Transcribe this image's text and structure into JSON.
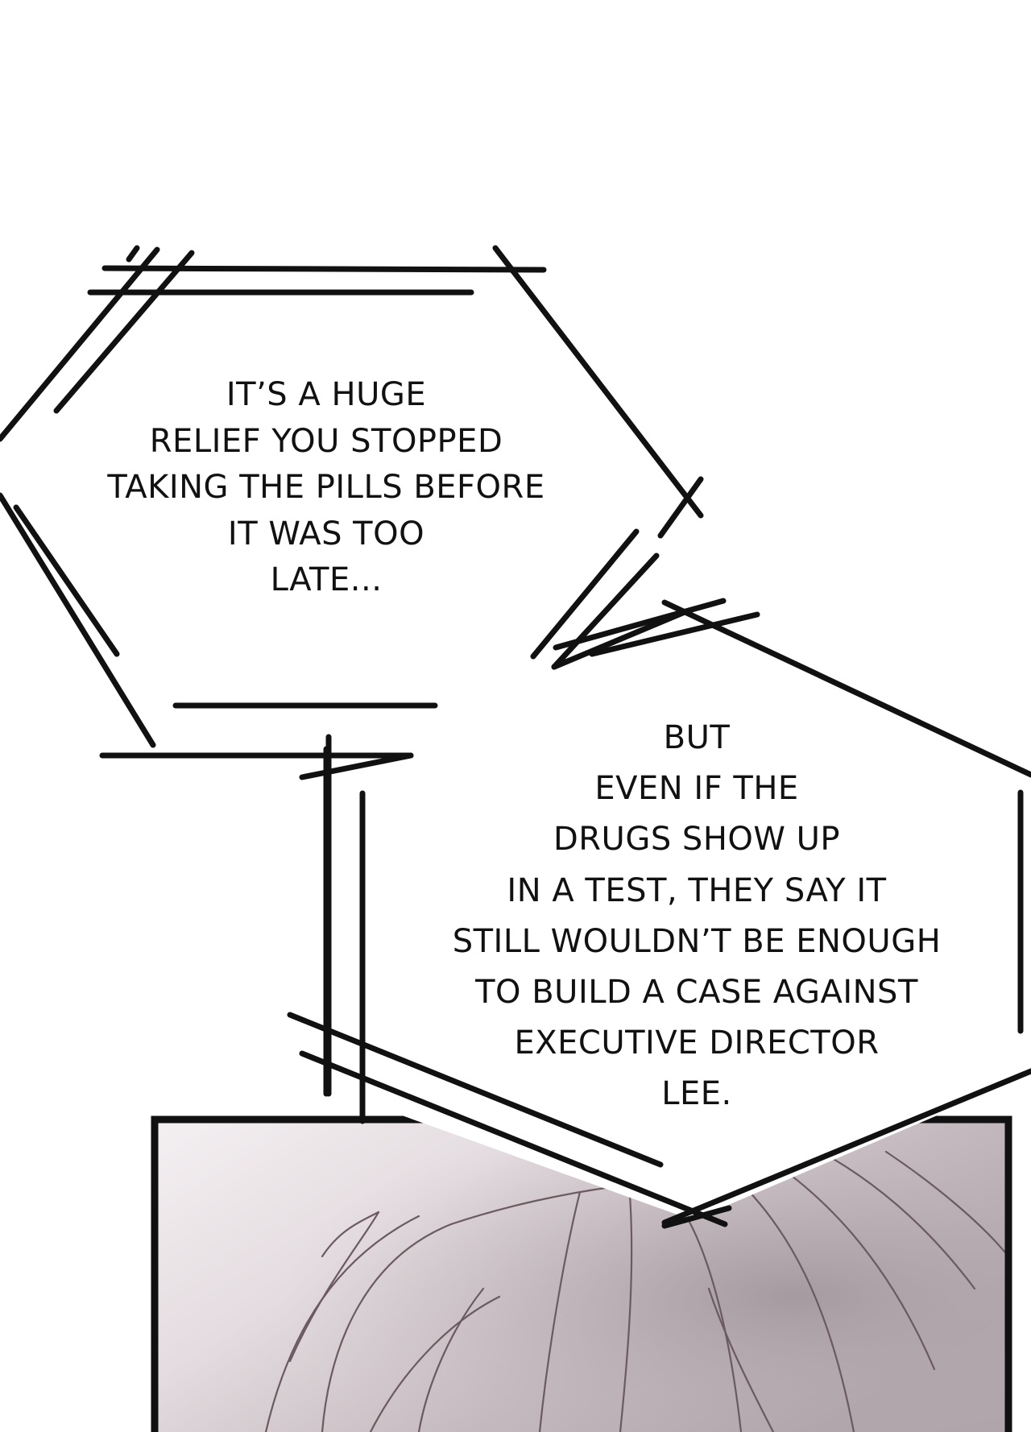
{
  "colors": {
    "background": "#ffffff",
    "ink": "#111111",
    "panel_gradient_light": "#f3eef1",
    "panel_gradient_dark": "#a89ea3",
    "hair_line": "#6b5a60"
  },
  "bubble_1": {
    "lines": [
      "IT’S A HUGE",
      "RELIEF YOU STOPPED",
      "TAKING THE PILLS BEFORE",
      "IT WAS TOO",
      "LATE..."
    ]
  },
  "bubble_2": {
    "lines": [
      "BUT",
      "EVEN IF THE",
      "DRUGS SHOW UP",
      "IN A TEST, THEY SAY IT",
      "STILL WOULDN’T BE ENOUGH",
      "TO BUILD A CASE AGAINST",
      "EXECUTIVE DIRECTOR",
      "LEE."
    ]
  }
}
